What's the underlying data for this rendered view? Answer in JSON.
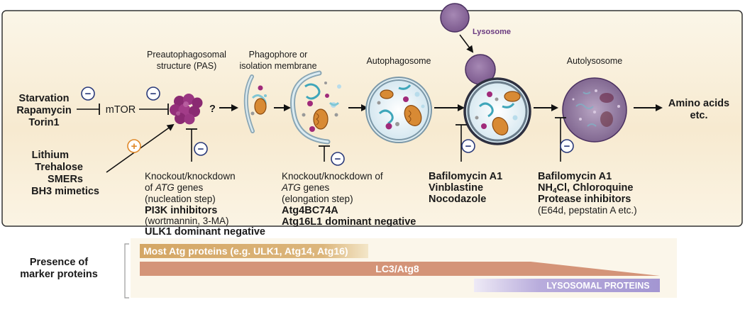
{
  "inducers": [
    "Starvation",
    "Rapamycin",
    "Torin1"
  ],
  "mtor": "mTOR",
  "question": "?",
  "mtor_independent": [
    "Lithium",
    "Trehalose",
    "SMERs",
    "BH3 mimetics"
  ],
  "stages": {
    "pas": [
      "Preautophagosomal",
      "structure (PAS)"
    ],
    "phagophore": [
      "Phagophore or",
      "isolation membrane"
    ],
    "autophagosome": "Autophagosome",
    "lysosome": "Lysosome",
    "autolysosome": "Autolysosome"
  },
  "output": [
    "Amino acids",
    "etc."
  ],
  "inhibitors": {
    "nucleation": {
      "line1": "Knockout/knockdown",
      "line2_prefix": "of ",
      "line2_italic": "ATG",
      "line2_suffix": " genes",
      "line3": "(nucleation step)",
      "line4": "PI3K inhibitors",
      "line5": "(wortmannin, 3-MA)",
      "line6": "ULK1 dominant negative"
    },
    "elongation": {
      "line1": "Knockout/knockdown of",
      "line2_italic": "ATG",
      "line2_suffix": " genes",
      "line3": "(elongation step)",
      "line4": "Atg4BC74A",
      "line5": "Atg16L1 dominant negative"
    },
    "fusion": [
      "Bafilomycin A1",
      "Vinblastine",
      "Nocodazole"
    ],
    "degradation": {
      "line1": "Bafilomycin A1",
      "line2_a": "NH",
      "line2_sub": "4",
      "line2_b": "Cl, Chloroquine",
      "line3": "Protease inhibitors",
      "line4": "(E64d, pepstatin A etc.)"
    }
  },
  "markers": {
    "title": [
      "Presence of",
      "marker proteins"
    ],
    "atg": "Most Atg proteins (e.g. ULK1, Atg14, Atg16)",
    "lc3": "LC3/Atg8",
    "lysosomal": "LYSOSOMAL PROTEINS"
  },
  "signs": {
    "minus": "−",
    "plus": "+"
  },
  "colors": {
    "lysosome": "#8e6a9e",
    "pas": "#8a2a72",
    "atg_bar": "#d6aa6a",
    "lc3_bar": "#d49478",
    "lyso_bar": "#a89ad4",
    "minus": "#2a3a7a",
    "plus": "#e0892a",
    "lyso_label": "#6a3a80"
  }
}
